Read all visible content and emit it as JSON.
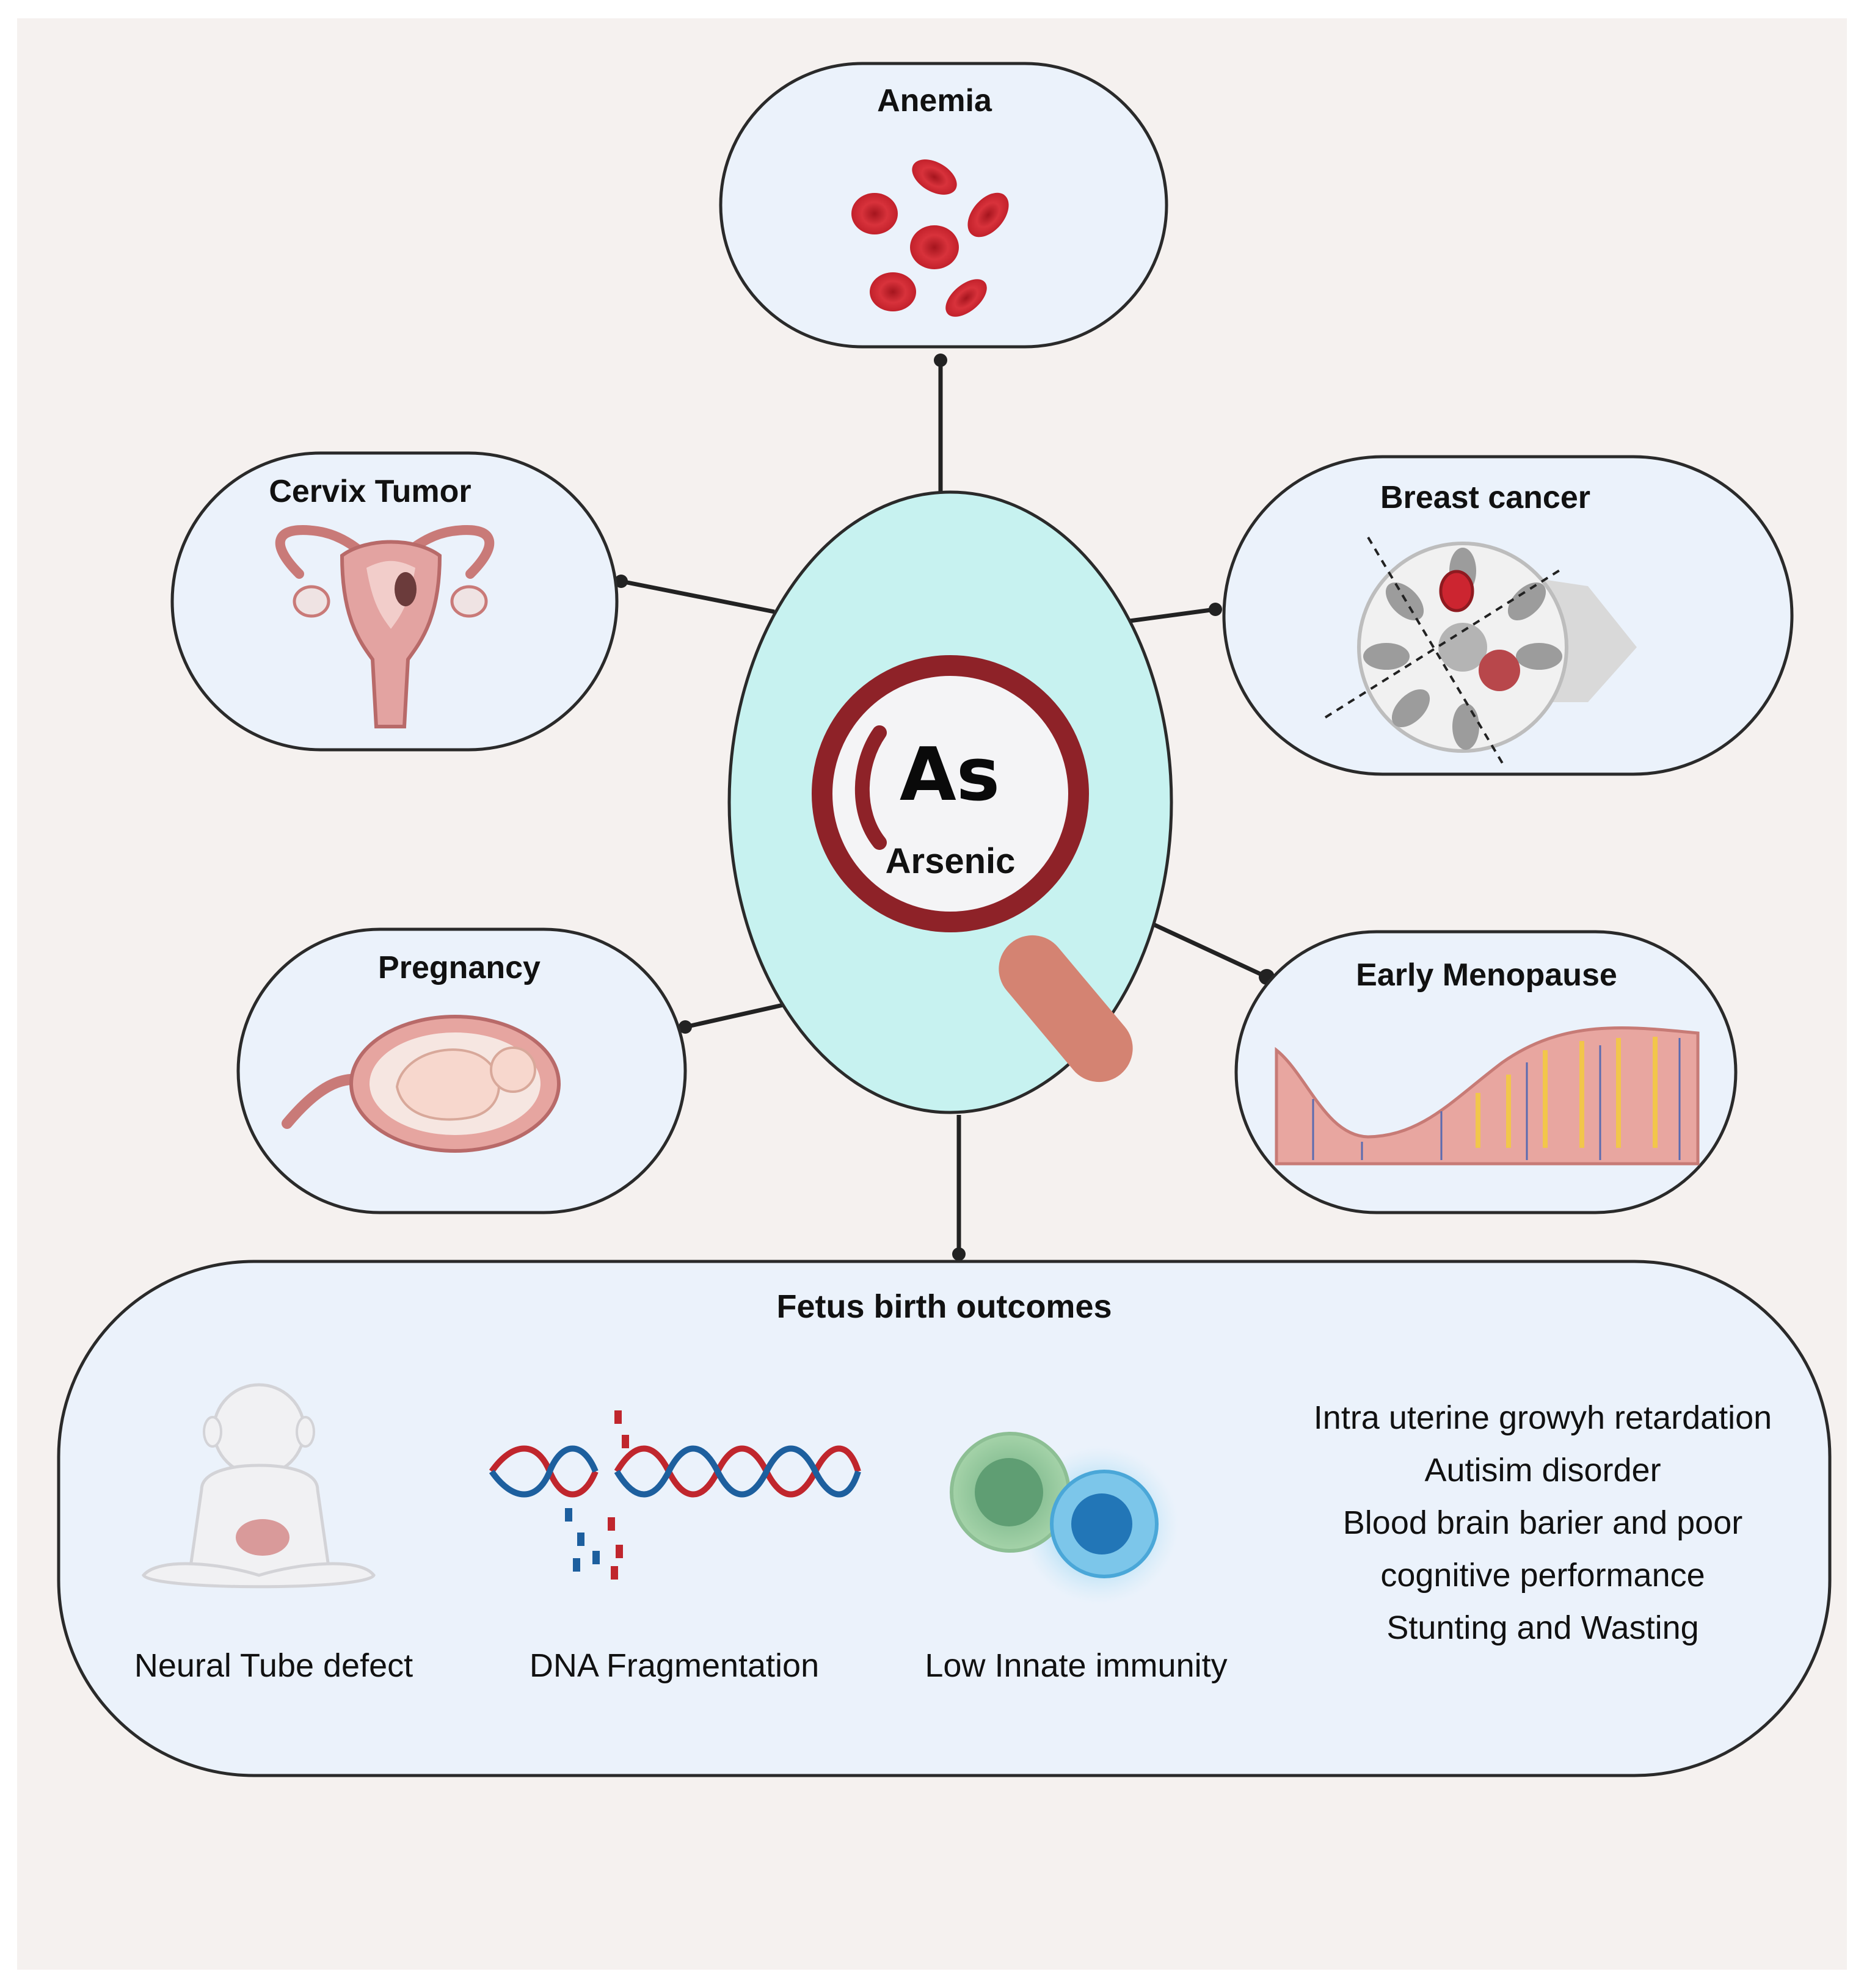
{
  "center": {
    "symbol": "As",
    "name": "Arsenic"
  },
  "nodes": {
    "anemia": "Anemia",
    "cervix_tumor": "Cervix Tumor",
    "breast_cancer": "Breast cancer",
    "pregnancy": "Pregnancy",
    "early_menopause": "Early Menopause"
  },
  "fetus": {
    "title": "Fetus birth outcomes",
    "items": [
      "Neural Tube defect",
      "DNA Fragmentation",
      "Low Innate immunity"
    ],
    "list": [
      "Intra uterine growyh retardation",
      "Autisim disorder",
      "Blood brain barier and poor",
      "cognitive performance",
      "Stunting and Wasting"
    ]
  },
  "colors": {
    "background": "#f5f1ef",
    "node_fill": "#ebf2fb",
    "center_fill": "#c7f2f0",
    "magnifier_ring": "#8e2228",
    "magnifier_handle": "#d48372",
    "blood_cell": "#cc2530",
    "tissue_pink": "#e8a6a0",
    "dna_red": "#c0262d",
    "dna_blue": "#1d5f9e"
  },
  "icons": [
    "blood-cells-icon",
    "uterus-icon",
    "breast-cross-section-icon",
    "fetus-in-womb-icon",
    "endometrium-icon",
    "baby-back-icon",
    "dna-fragment-icon",
    "immune-cells-icon",
    "magnifier-icon"
  ]
}
